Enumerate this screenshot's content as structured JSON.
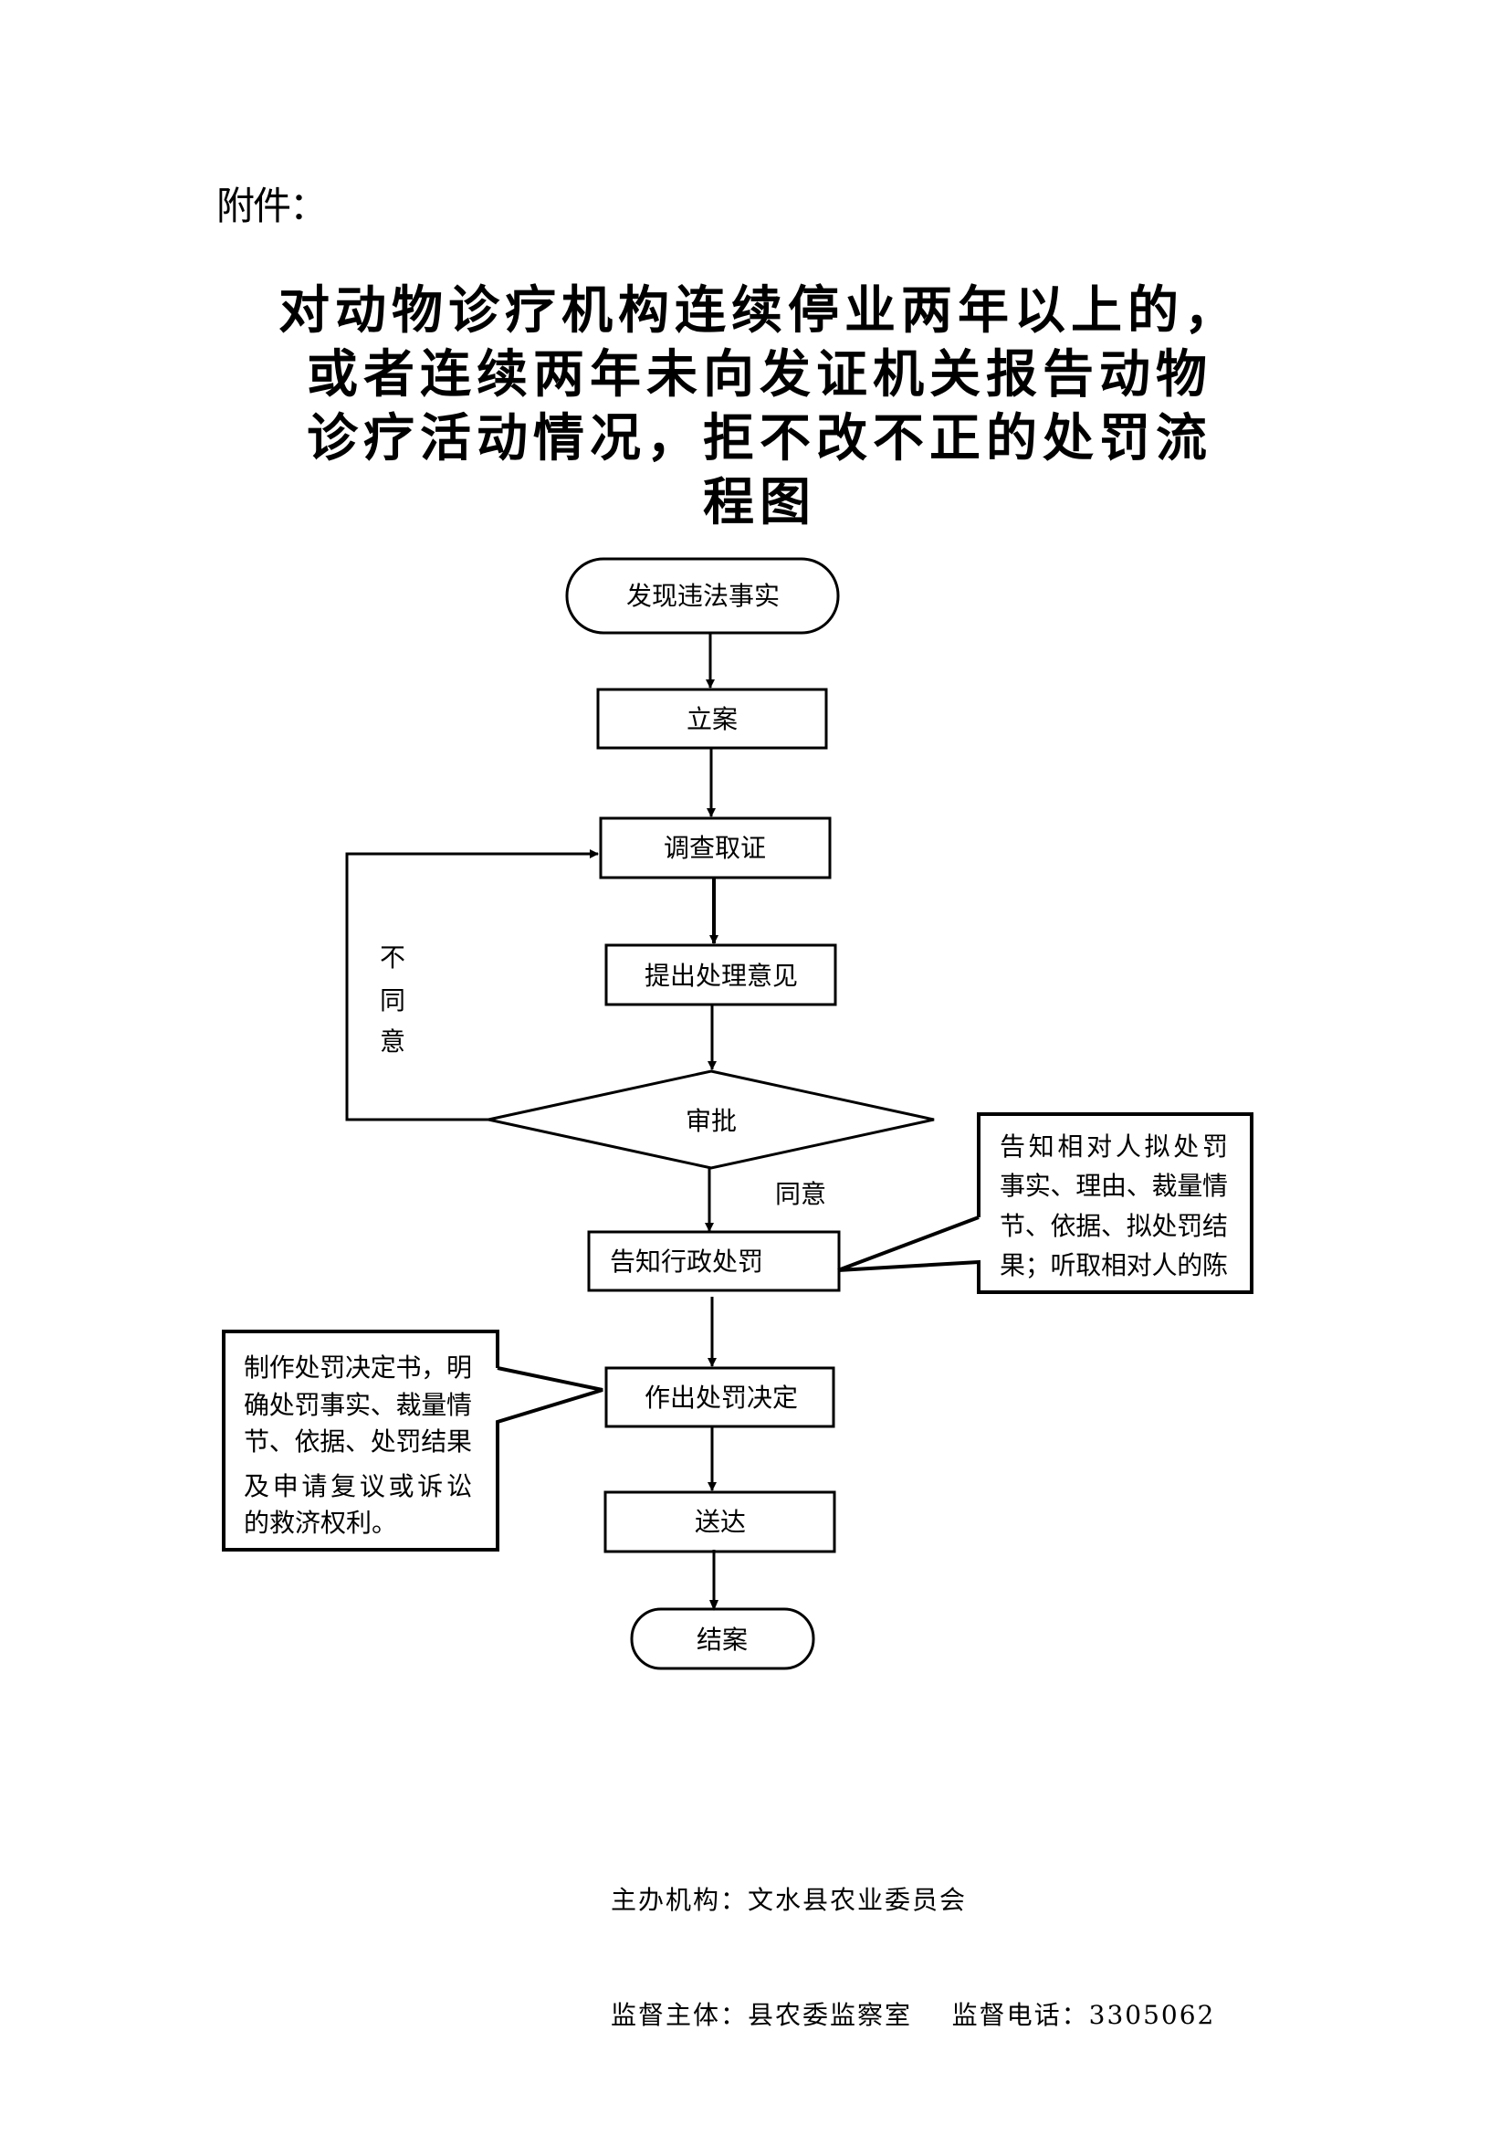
{
  "header": {
    "attachment_label": "附件："
  },
  "title": {
    "lines": [
      "对动物诊疗机构连续停业两年以上的，",
      "或者连续两年未向发证机关报告动物",
      "诊疗活动情况，拒不改不正的处罚流",
      "程图"
    ]
  },
  "flowchart": {
    "nodes": {
      "start": "发现违法事实",
      "file_case": "立案",
      "investigate": "调查取证",
      "propose": "提出处理意见",
      "approve": "审批",
      "notify": "告知行政处罚",
      "decide": "作出处罚决定",
      "deliver": "送达",
      "end": "结案"
    },
    "edge_labels": {
      "disagree": [
        "不",
        "同",
        "意"
      ],
      "agree": "同意"
    },
    "callouts": {
      "notify_note": [
        "告知相对人拟处罚",
        "事实、理由、裁量情",
        "节、依据、拟处罚结",
        "果；听取相对人的陈"
      ],
      "decide_note": [
        "制作处罚决定书，明",
        "确处罚事实、裁量情",
        "节、依据、处罚结果",
        "及申请复议或诉讼",
        "的救济权利。"
      ]
    }
  },
  "footer": {
    "organizer_label": "主办机构：",
    "organizer": "文水县农业委员会",
    "supervisor_label": "监督主体：",
    "supervisor": "县农委监察室",
    "phone_label": "监督电话：",
    "phone": "3305062"
  }
}
